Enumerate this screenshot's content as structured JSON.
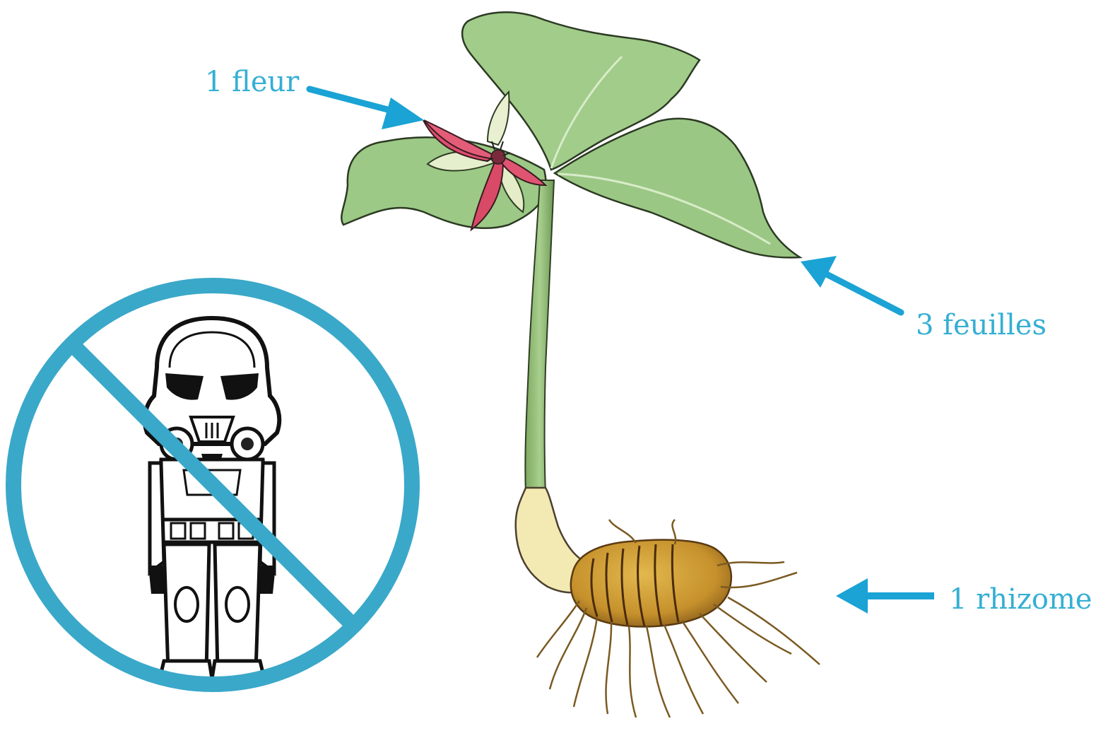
{
  "labels": {
    "flower": "1 fleur",
    "leaves": "3 feuilles",
    "rhizome": "1 rhizome"
  },
  "colors": {
    "annotation": "#35afd4",
    "arrow": "#1aa3d4",
    "prohibition": "#3aa8c9",
    "leaf": "#9cc986",
    "petal": "#dd4f6c",
    "rhizome": "#c8962f"
  },
  "icons": {
    "prohibition": "no-entry-sign-icon",
    "figure": "armored-trooper-icon"
  }
}
